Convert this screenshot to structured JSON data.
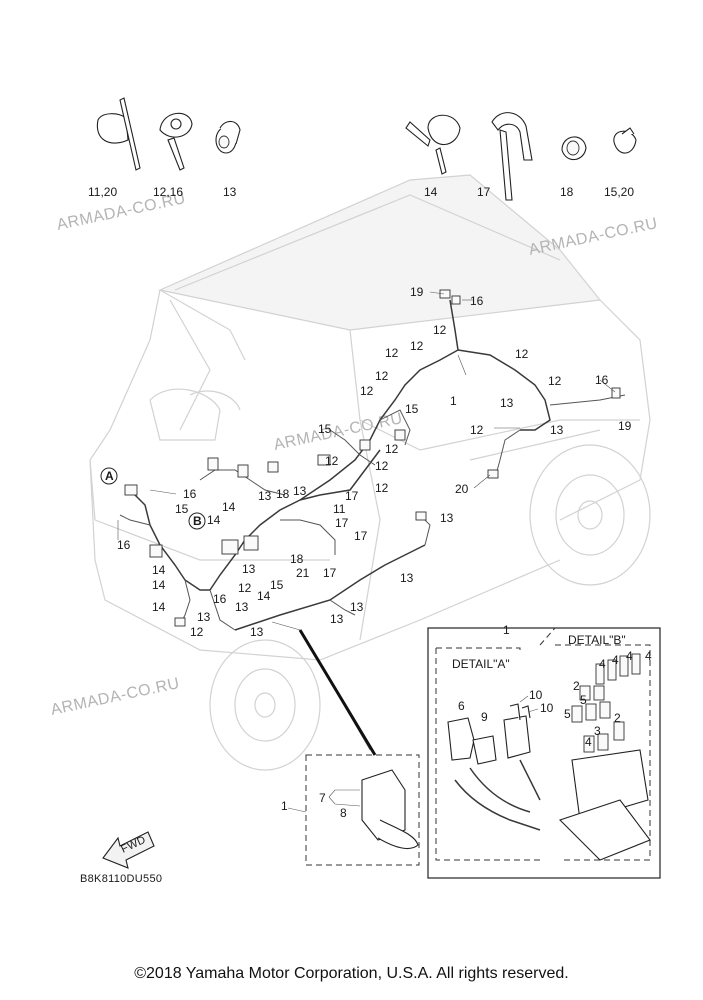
{
  "watermark": "ARMADA-CO.RU",
  "diagram_code": "B8K8110DU550",
  "fwd_label": "FWD",
  "detail_a_title": "DETAIL\"A\"",
  "detail_b_title": "DETAIL\"B\"",
  "callout_a": "A",
  "callout_b": "B",
  "copyright": "©2018 Yamaha Motor Corporation, U.S.A. All rights reserved.",
  "clip_labels": [
    "11,20",
    "12,16",
    "13",
    "14",
    "17",
    "18",
    "15,20"
  ],
  "part_numbers": {
    "n1": "1",
    "n2": "2",
    "n3": "3",
    "n4": "4",
    "n5": "5",
    "n6": "6",
    "n7": "7",
    "n8": "8",
    "n9": "9",
    "n10": "10",
    "n11": "11",
    "n12": "12",
    "n13": "13",
    "n14": "14",
    "n15": "15",
    "n16": "16",
    "n17": "17",
    "n18": "18",
    "n19": "19",
    "n20": "20",
    "n21": "21"
  },
  "colors": {
    "ink": "#1a1a1a",
    "vehicle_outline": "#d2d2d2",
    "watermark": "#b4b4b4"
  }
}
